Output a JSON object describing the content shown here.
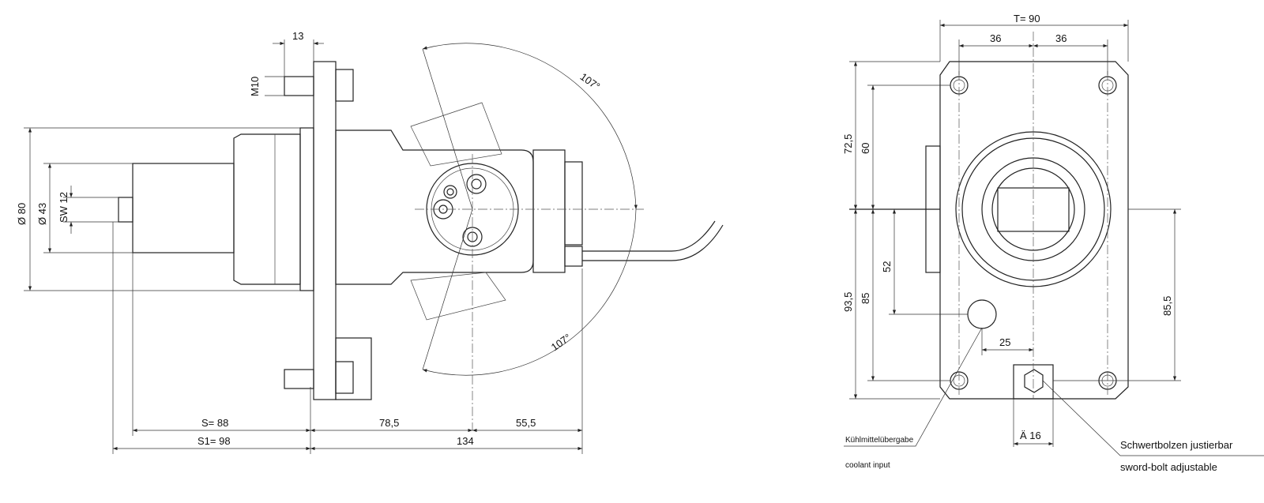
{
  "side_view": {
    "dim_13": "13",
    "dim_m10": "M10",
    "dim_d80": "Ø 80",
    "dim_d43": "Ø 43",
    "dim_sw12": "SW 12",
    "dim_s": "S= 88",
    "dim_s1": "S1= 98",
    "dim_78_5": "78,5",
    "dim_134": "134",
    "dim_55_5": "55,5",
    "angle_top": "107°",
    "angle_bottom": "107°"
  },
  "front_view": {
    "dim_t": "T= 90",
    "dim_36_left": "36",
    "dim_36_right": "36",
    "dim_72_5": "72,5",
    "dim_60": "60",
    "dim_93_5": "93,5",
    "dim_85": "85",
    "dim_52": "52",
    "dim_85_5": "85,5",
    "dim_25": "25",
    "dim_16": "Ä 16",
    "coolant_de": "Kühlmittelübergabe",
    "coolant_en": "coolant input",
    "sword_de": "Schwertbolzen justierbar",
    "sword_en": "sword-bolt adjustable"
  }
}
